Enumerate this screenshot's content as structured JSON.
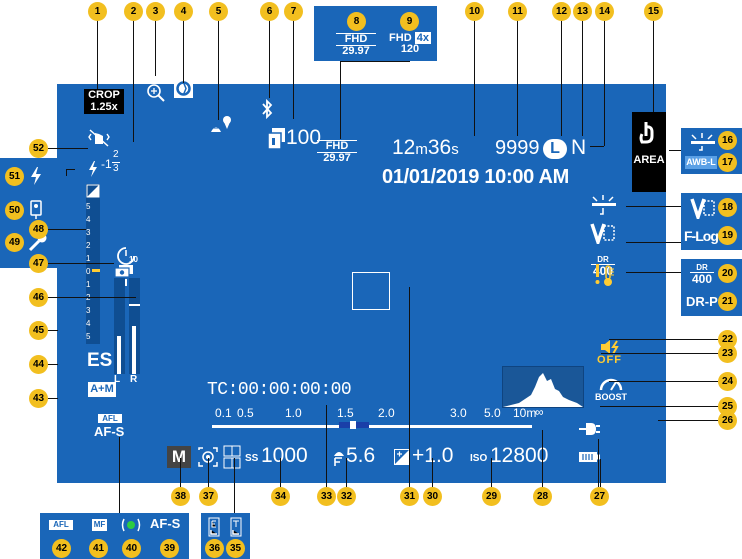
{
  "callouts": [
    "1",
    "2",
    "3",
    "4",
    "5",
    "6",
    "7",
    "8",
    "9",
    "10",
    "11",
    "12",
    "13",
    "14",
    "15",
    "16",
    "17",
    "18",
    "19",
    "20",
    "21",
    "22",
    "23",
    "24",
    "25",
    "26",
    "27",
    "28",
    "29",
    "30",
    "31",
    "32",
    "33",
    "34",
    "35",
    "36",
    "37",
    "38",
    "39",
    "40",
    "41",
    "42",
    "43",
    "44",
    "45",
    "46",
    "47",
    "48",
    "49",
    "50",
    "51",
    "52"
  ],
  "crop": {
    "line1": "CROP",
    "line2": "1.25x"
  },
  "exposure_comp_small": {
    "sign": "-1",
    "num": "2",
    "den": "3"
  },
  "frames_remaining_video": "100",
  "video_mode": {
    "fhd_label": "FHD",
    "fhd_rate": "29.97",
    "fhd4x_label": "FHD",
    "fhd4x_badge": "4x",
    "fhd4x_rate": "120"
  },
  "recording_time": {
    "minutes": "12",
    "m": "m",
    "seconds": "36",
    "s": "s"
  },
  "frames": "9999",
  "image_size": "L",
  "image_quality": "N",
  "datetime": "01/01/2019 10:00 AM",
  "area_label": "AREA",
  "awb_label": "AWB-L",
  "flog_label": "F-Log",
  "dr_label": "DR",
  "dr_value": "400",
  "drp_label": "DR-P",
  "shutter_sound": "OFF",
  "boost_label": "BOOST",
  "timecode": "TC:00:00:00:00",
  "distance_scale": [
    "0.1",
    "0.5",
    "1.0",
    "1.5",
    "2.0",
    "3.0",
    "5.0",
    "10m",
    "∞"
  ],
  "shooting_mode": "M",
  "shutter_type": "SS",
  "shutter_speed": "1000",
  "aperture": "5.6",
  "exp_comp": "+1.0",
  "iso_label": "ISO",
  "iso_value": "12800",
  "afl_label": "AFL",
  "af_mode": "AF-S",
  "am_label": "A+M",
  "es_label": "ES",
  "level_lr": {
    "l": "L",
    "r": "R"
  },
  "exp_scale": [
    "5",
    "4",
    "3",
    "2",
    "1",
    "0",
    "1",
    "2",
    "3",
    "4",
    "5"
  ],
  "timer": "10",
  "insets_bottom": {
    "afl": "AFL",
    "mf": "MF",
    "afs": "AF-S"
  },
  "colors": {
    "screen": "#1a66b8",
    "callout": "#f2bf1f",
    "warning": "#ffcc33"
  }
}
